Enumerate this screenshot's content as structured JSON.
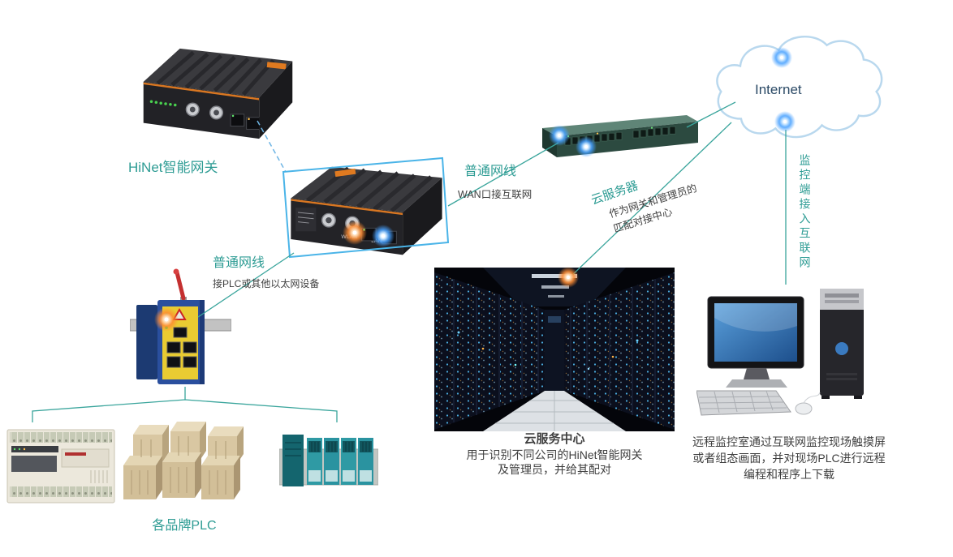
{
  "colors": {
    "teal_label": "#2e9c94",
    "dark_text": "#3f3f3f",
    "internet_text": "#2b4a66",
    "connector_line": "#3aa59c",
    "highlight_box": "#4ab4e8",
    "glow_orange": "#ff8c32",
    "glow_blue": "#46a0ff"
  },
  "labels": {
    "gateway1": "HiNet智能网关",
    "internet": "Internet",
    "monitor_vertical": "监控端接入互联网",
    "plc_group": "各品牌PLC"
  },
  "cable_top": {
    "title": "普通网线",
    "subtitle": "WAN口接互联网"
  },
  "cable_left": {
    "title": "普通网线",
    "subtitle": "接PLC或其他以太网设备"
  },
  "cloud_server": {
    "title": "云服务器",
    "desc1": "作为网关和管理员的",
    "desc2": "匹配对接中心"
  },
  "datacenter": {
    "title": "云服务中心",
    "desc1": "用于识别不同公司的HiNet智能网关",
    "desc2": "及管理员，并给其配对"
  },
  "remote": {
    "line1": "远程监控室通过互联网监控现场触摸屏",
    "line2": "或者组态画面，并对现场PLC进行远程",
    "line3": "编程和程序上下载"
  },
  "gateway2_ports": {
    "wlan": "WLAN",
    "lan": "LAN"
  }
}
